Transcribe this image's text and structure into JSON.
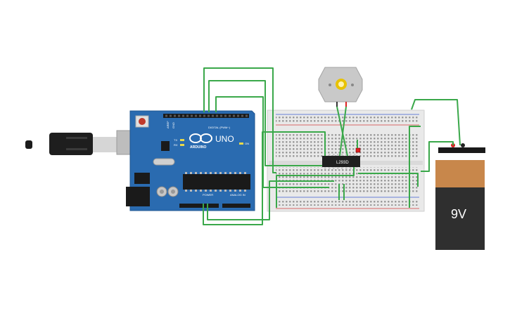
{
  "board": {
    "brand_label": "ARDUINO",
    "model_label": "UNO",
    "digital_header_label": "DIGITAL (PWM~)",
    "power_header_label": "POWER",
    "analog_header_label": "ANALOG IN",
    "tx_label": "TX",
    "rx_label": "RX",
    "on_label": "ON",
    "aref_label": "AREF",
    "gnd_label": "GND"
  },
  "ic": {
    "part_label": "L293D"
  },
  "battery": {
    "voltage_label": "9V",
    "top_color": "#c8874b",
    "body_color": "#2f2f2f"
  },
  "colors": {
    "wire": "#3aa84a",
    "board_blue": "#2a6bb0",
    "breadboard": "#e9e9e9",
    "rail_red": "#d23b3b",
    "rail_blue": "#3b5bd2"
  },
  "icons": {
    "usb": "usb-cable-icon",
    "motor": "dc-motor-icon",
    "logo": "arduino-infinity-logo"
  }
}
